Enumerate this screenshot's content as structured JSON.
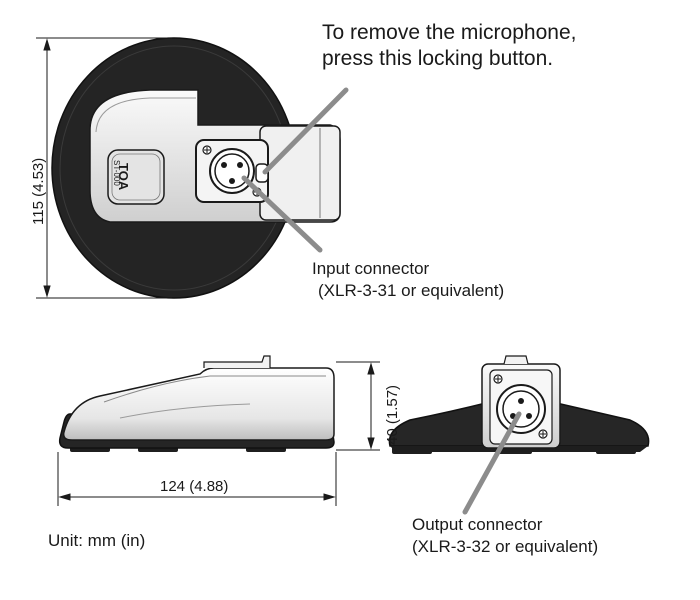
{
  "callouts": {
    "locking_button": [
      "To remove the microphone,",
      "press this locking button."
    ],
    "input_connector": [
      "Input connector",
      "(XLR-3-31 or equivalent)"
    ],
    "output_connector": [
      "Output connector",
      "(XLR-3-32 or equivalent)"
    ]
  },
  "dimensions": {
    "height_top_view": "115 (4.53)",
    "height_side_view": "40 (1.57)",
    "length_side_view": "124 (4.88)"
  },
  "unit_note": "Unit: mm (in)",
  "brand_plate": [
    "TOA",
    "ST-000"
  ],
  "colors": {
    "base": "#222222",
    "outline": "#1a1a1a",
    "leader": "#8c8c8c",
    "background": "#ffffff"
  }
}
